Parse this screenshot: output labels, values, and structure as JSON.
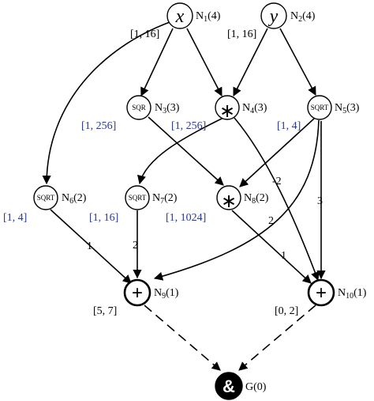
{
  "nodes": {
    "n1": {
      "symbol": "x",
      "name": "N",
      "sub": "1",
      "level": "(4)",
      "range": "[1, 16]"
    },
    "n2": {
      "symbol": "y",
      "name": "N",
      "sub": "2",
      "level": "(4)",
      "range": "[1, 16]"
    },
    "n3": {
      "symbol": "SQR",
      "name": "N",
      "sub": "3",
      "level": "(3)",
      "range": "[1, 256]"
    },
    "n4": {
      "symbol": "∗",
      "name": "N",
      "sub": "4",
      "level": "(3)",
      "range": "[1, 256]"
    },
    "n5": {
      "symbol": "SQRT",
      "name": "N",
      "sub": "5",
      "level": "(3)",
      "range": "[1, 4]"
    },
    "n6": {
      "symbol": "SQRT",
      "name": "N",
      "sub": "6",
      "level": "(2)",
      "range": "[1, 4]"
    },
    "n7": {
      "symbol": "SQRT",
      "name": "N",
      "sub": "7",
      "level": "(2)",
      "range": "[1, 16]"
    },
    "n8": {
      "symbol": "∗",
      "name": "N",
      "sub": "8",
      "level": "(2)",
      "range": "[1, 1024]"
    },
    "n9": {
      "symbol": "+",
      "name": "N",
      "sub": "9",
      "level": "(1)",
      "range": "[5, 7]"
    },
    "n10": {
      "symbol": "+",
      "name": "N",
      "sub": "10",
      "level": "(1)",
      "range": "[0, 2]"
    },
    "g": {
      "symbol": "&",
      "name": "G",
      "level": "(0)"
    }
  },
  "edge_weights": {
    "n4_n10": "-2",
    "n5_n9": "2",
    "n5_n10": "3",
    "n6_n9": "1",
    "n7_n9": "2",
    "n8_n10": "1"
  },
  "colors": {
    "range_blue": "#2b3990",
    "stroke": "#000000"
  }
}
